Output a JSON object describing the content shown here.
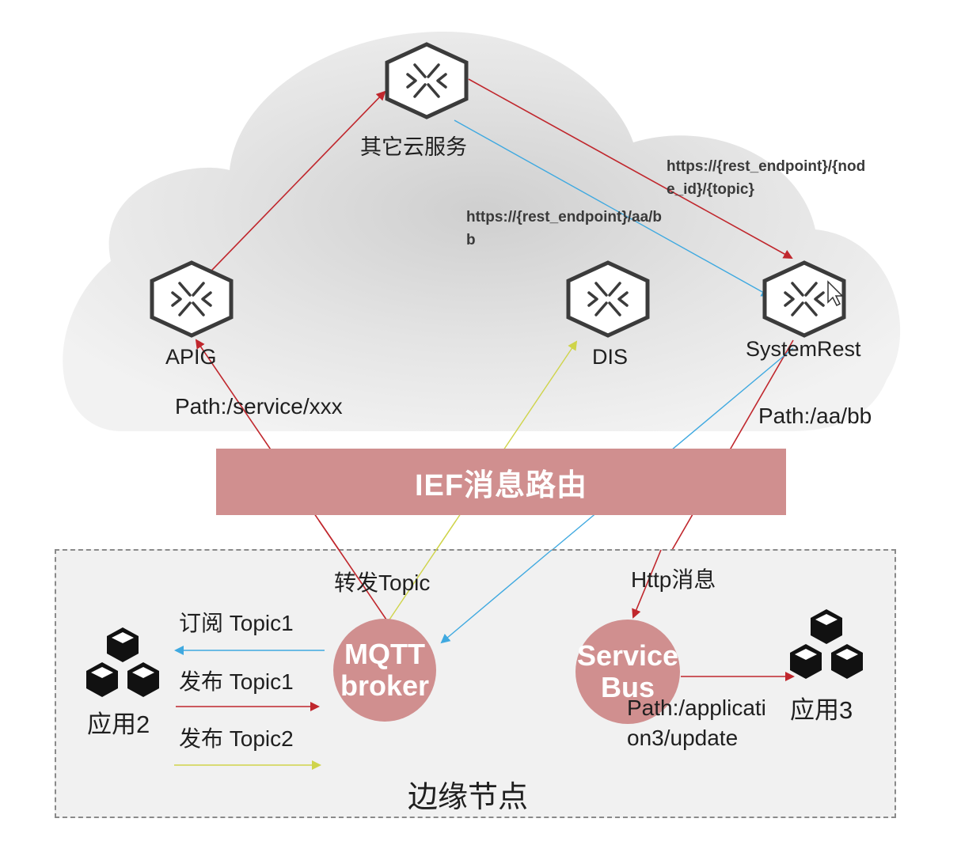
{
  "cloud": {
    "other_services": "其它云服务",
    "apig": "APIG",
    "dis": "DIS",
    "system_rest": "SystemRest",
    "url_to_system_rest": [
      "https://{rest_endpoint}/{nod",
      "e_id}/{topic}"
    ],
    "url_to_apig_side": [
      "https://{rest_endpoint}/aa/b",
      "b"
    ],
    "path_service": "Path:/service/xxx",
    "path_aabb": "Path:/aa/bb"
  },
  "route_bar": {
    "label": "IEF消息路由"
  },
  "edge": {
    "title": "边缘节点",
    "forward_topic": "转发Topic",
    "http_message": "Http消息",
    "subscribe": "订阅 Topic1",
    "publish1": "发布 Topic1",
    "publish2": "发布 Topic2",
    "app2": "应用2",
    "app3": "应用3",
    "mqtt": [
      "MQTT",
      "broker"
    ],
    "service_bus": [
      "Service",
      "Bus"
    ],
    "path_app3": [
      "Path:/applicati",
      "on3/update"
    ]
  },
  "colors": {
    "red": "#c0272d",
    "blue": "#3fa9e0",
    "yellow": "#cfd44a",
    "node_fill": "#d08f8f"
  }
}
